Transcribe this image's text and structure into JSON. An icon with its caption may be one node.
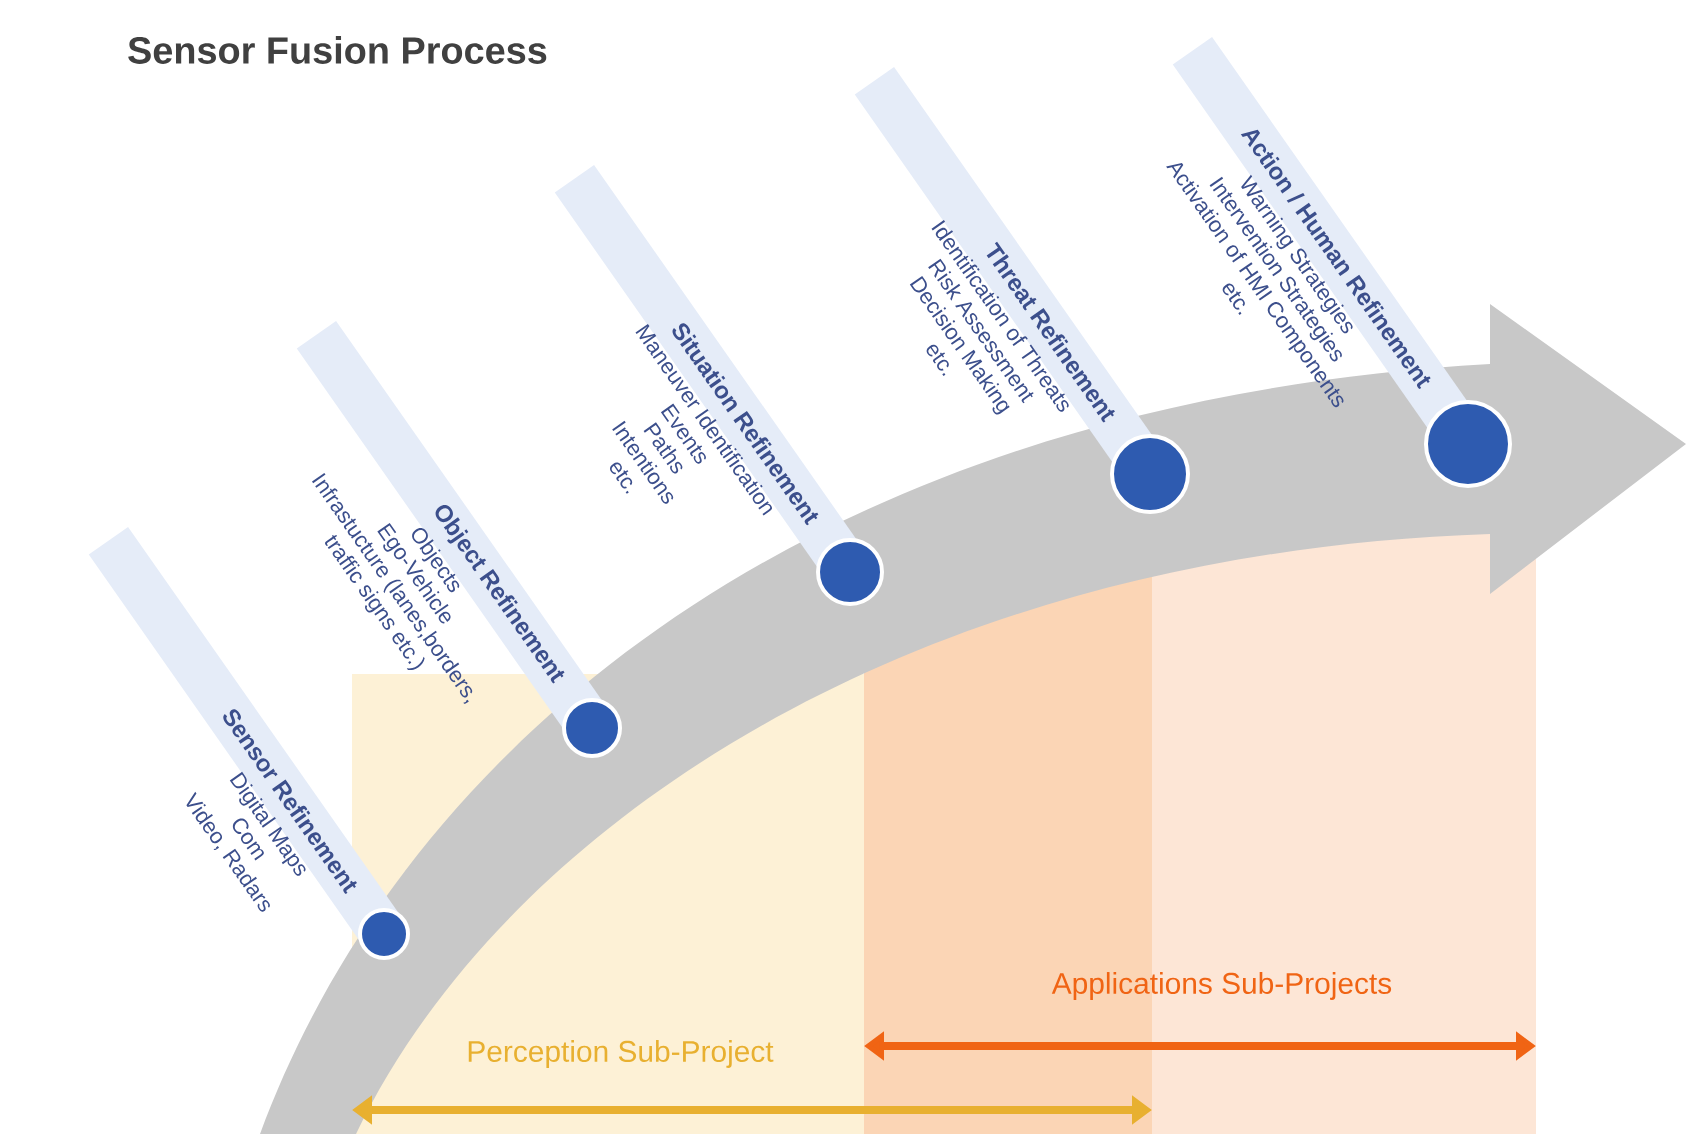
{
  "diagram": {
    "title": "Sensor Fusion Process",
    "nodes": [
      {
        "text": [],
        "shape": "circle",
        "beside": [
          "Sensor Refinement",
          "Digital Maps",
          "Com",
          "Video, Radars"
        ]
      },
      {
        "text": [],
        "shape": "circle",
        "beside": [
          "Object Refinement",
          "Objects",
          "Ego-Vehicle",
          "Infrastucture (lanes,borders,",
          "traffic signs etc.)"
        ]
      },
      {
        "text": [],
        "shape": "circle",
        "beside": [
          "Situation Refinement",
          "Maneuver Identification",
          "Events",
          "Paths",
          "Intentions",
          "etc."
        ]
      },
      {
        "text": [],
        "shape": "circle",
        "beside": [
          "Threat Refinement",
          "Identification of Threats",
          "Risk Assessment",
          "Decision Making",
          "etc."
        ]
      },
      {
        "text": [],
        "shape": "circle",
        "beside": [
          "Action / Human Refinement",
          "Warning Strategies",
          "Intervention Strategies",
          "Activation of HMI Components",
          "etc."
        ]
      }
    ],
    "labels": [
      "Applications Sub-Projects",
      "Perception Sub-Project"
    ]
  }
}
